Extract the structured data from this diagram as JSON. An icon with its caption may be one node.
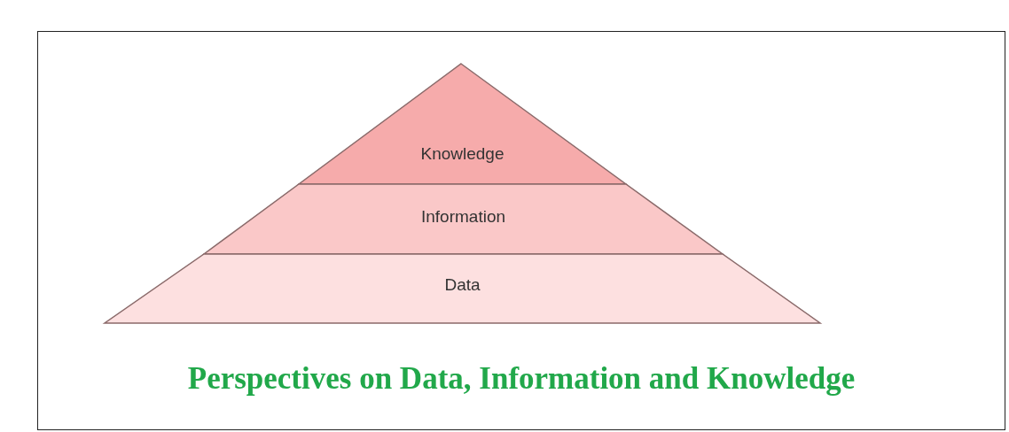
{
  "diagram": {
    "caption": "Perspectives on Data, Information and Knowledge",
    "nodes": [
      {
        "text": [
          "Knowledge"
        ]
      },
      {
        "text": [
          "Information"
        ]
      },
      {
        "text": [
          "Data"
        ]
      }
    ]
  }
}
